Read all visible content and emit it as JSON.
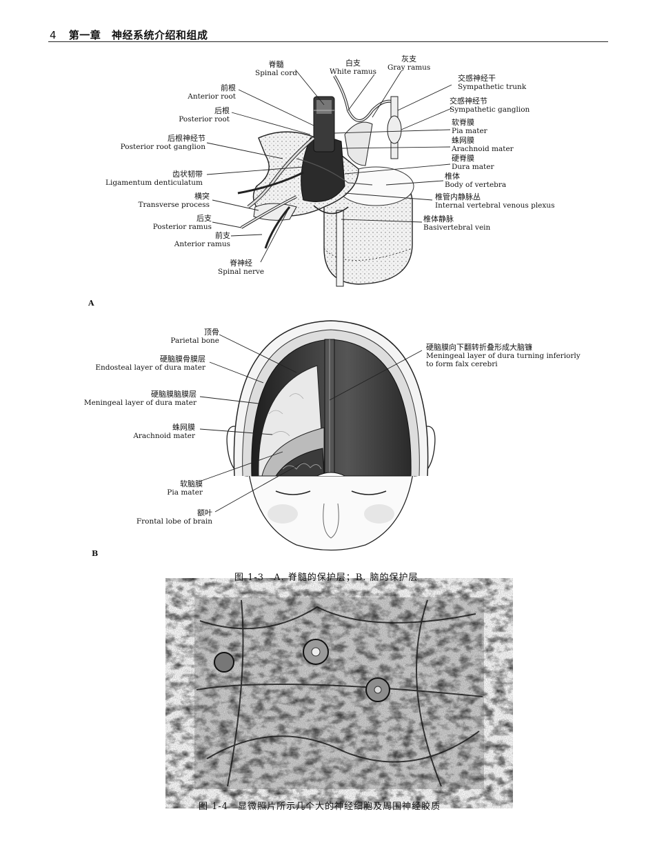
{
  "header": {
    "page_number": "4",
    "chapter": "第一章",
    "title": "神经系统介绍和组成"
  },
  "figure_a": {
    "panel_label": "A",
    "labels": {
      "spinal_cord": {
        "zh": "脊髓",
        "en": "Spinal cord"
      },
      "white_ramus": {
        "zh": "白支",
        "en": "White ramus"
      },
      "gray_ramus": {
        "zh": "灰支",
        "en": "Gray ramus"
      },
      "anterior_root": {
        "zh": "前根",
        "en": "Anterior root"
      },
      "posterior_root": {
        "zh": "后根",
        "en": "Posterior root"
      },
      "posterior_root_ganglion": {
        "zh": "后根神经节",
        "en": "Posterior root ganglion"
      },
      "ligamentum": {
        "zh": "齿状韧带",
        "en": "Ligamentum denticulatum"
      },
      "transverse_process": {
        "zh": "横突",
        "en": "Transverse process"
      },
      "posterior_ramus": {
        "zh": "后支",
        "en": "Posterior ramus"
      },
      "anterior_ramus": {
        "zh": "前支",
        "en": "Anterior ramus"
      },
      "spinal_nerve": {
        "zh": "脊神经",
        "en": "Spinal nerve"
      },
      "sympathetic_trunk": {
        "zh": "交感神经干",
        "en": "Sympathetic trunk"
      },
      "sympathetic_ganglion": {
        "zh": "交感神经节",
        "en": "Sympathetic ganglion"
      },
      "pia_mater": {
        "zh": "软脊膜",
        "en": "Pia mater"
      },
      "arachnoid_mater": {
        "zh": "蛛网膜",
        "en": "Arachnoid mater"
      },
      "dura_mater": {
        "zh": "硬脊膜",
        "en": "Dura mater"
      },
      "body_of_vertebra": {
        "zh": "椎体",
        "en": "Body of vertebra"
      },
      "venous_plexus": {
        "zh": "椎管内静脉丛",
        "en": "Internal vertebral venous plexus"
      },
      "basivertebral_vein": {
        "zh": "椎体静脉",
        "en": "Basivertebral vein"
      }
    }
  },
  "figure_b": {
    "panel_label": "B",
    "labels": {
      "parietal_bone": {
        "zh": "顶骨",
        "en": "Parietal bone"
      },
      "endosteal_layer": {
        "zh": "硬脑膜骨膜层",
        "en": "Endosteal layer of dura mater"
      },
      "meningeal_layer": {
        "zh": "硬脑膜脑膜层",
        "en": "Meningeal layer of dura mater"
      },
      "arachnoid_mater": {
        "zh": "蛛网膜",
        "en": "Arachnoid mater"
      },
      "pia_mater": {
        "zh": "软脑膜",
        "en": "Pia mater"
      },
      "frontal_lobe": {
        "zh": "额叶",
        "en": "Frontal lobe of brain"
      },
      "falx": {
        "zh": "硬脑膜向下翻转折叠形成大脑镰",
        "en1": "Meningeal layer of dura turning inferiorly",
        "en2": "to form falx cerebri"
      }
    }
  },
  "caption_1_3": "图 1-3　A. 脊髓的保护层；B. 脑的保护层",
  "caption_1_4": "图 1-4　显微照片所示几个大的神经细胞及周围神经胶质"
}
